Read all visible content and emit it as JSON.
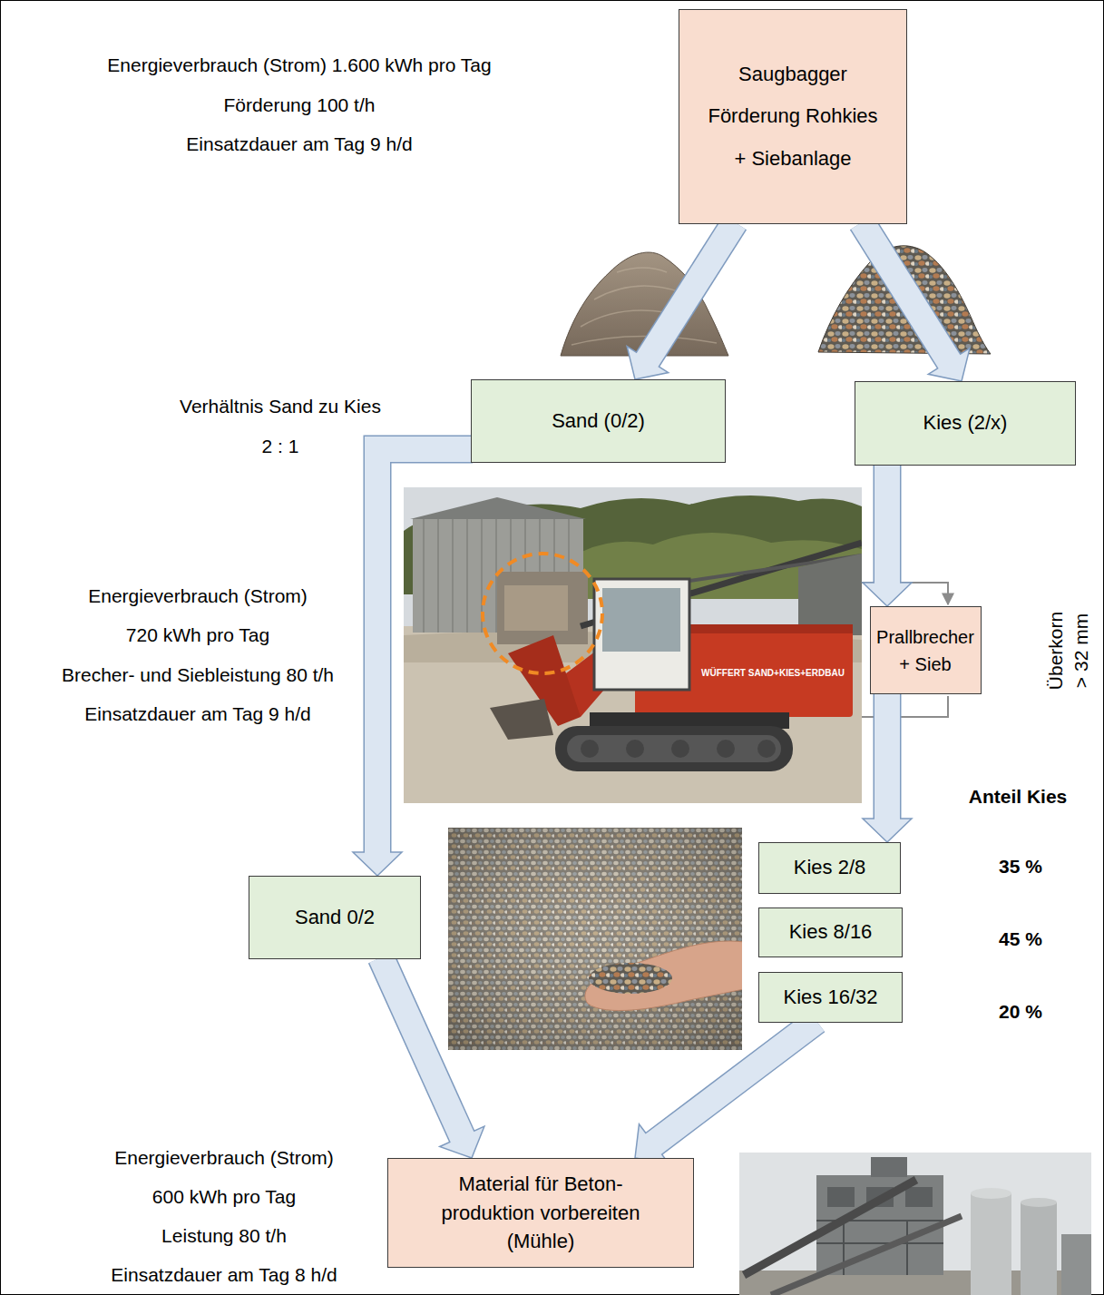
{
  "diagram": {
    "nodes": [
      {
        "text": [
          "Saugbagger Förderung Rohkies + Siebanlage"
        ]
      },
      {
        "text": [
          "Sand (0/2)"
        ]
      },
      {
        "text": [
          "Kies (2/x)"
        ]
      },
      {
        "text": [
          "Prallbrecher + Sieb"
        ]
      },
      {
        "text": [
          "Sand 0/2"
        ]
      },
      {
        "text": [
          "Kies 2/8"
        ]
      },
      {
        "text": [
          "Kies 8/16"
        ]
      },
      {
        "text": [
          "Kies 16/32"
        ]
      },
      {
        "text": [
          "Material für Beton-produktion vorbereiten (Mühle)"
        ]
      }
    ],
    "edges": [
      {
        "from": 0,
        "to": 1,
        "arrow": "to"
      },
      {
        "from": 0,
        "to": 2,
        "arrow": "to"
      },
      {
        "from": 1,
        "to": 4,
        "arrow": "to"
      },
      {
        "from": 2,
        "to": 3,
        "arrow": "to"
      },
      {
        "from": 3,
        "to": 5,
        "arrow": "to"
      },
      {
        "from": 4,
        "to": 8,
        "arrow": "to"
      },
      {
        "from": 7,
        "to": 8,
        "arrow": "to"
      }
    ],
    "labels": [
      "Energieverbrauch (Strom) 1.600 kWh pro Tag",
      "Förderung 100 t/h",
      "Einsatzdauer am Tag 9 h/d",
      "Verhältnis Sand zu Kies",
      "2 : 1",
      "Energieverbrauch (Strom)",
      "720 kWh pro Tag",
      "Brecher- und Siebleistung 80 t/h",
      "Einsatzdauer am Tag 9 h/d",
      "Überkorn > 32 mm",
      "Anteil Kies",
      "35 %",
      "45 %",
      "20 %",
      "Energieverbrauch (Strom)",
      "600 kWh pro Tag",
      "Leistung 80 t/h",
      "Einsatzdauer am Tag 8 h/d",
      "WÜFFERT SAND+KIES+ERDBAU"
    ]
  }
}
